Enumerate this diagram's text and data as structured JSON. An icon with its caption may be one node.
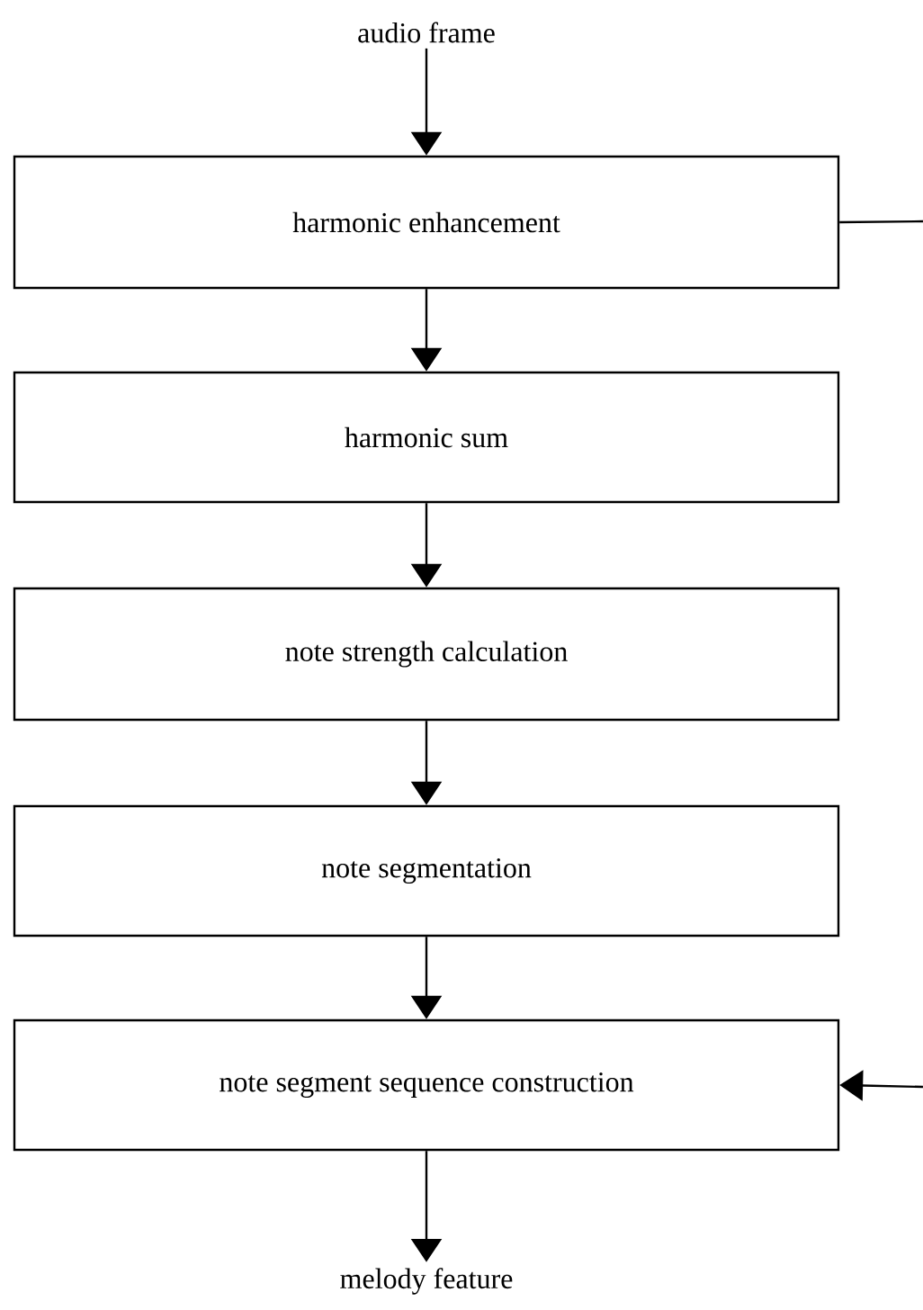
{
  "diagram": {
    "nodes": [
      {
        "text": [
          "audio frame"
        ]
      },
      {
        "text": [
          "harmonic enhancement"
        ]
      },
      {
        "text": [
          "harmonic sum"
        ]
      },
      {
        "text": [
          "note strength calculation"
        ]
      },
      {
        "text": [
          "note segmentation"
        ]
      },
      {
        "text": [
          "note segment sequence construction"
        ]
      },
      {
        "text": [
          "melody feature"
        ]
      }
    ],
    "edges": [
      {
        "from": 0,
        "to": 1,
        "arrow": "to"
      },
      {
        "from": 1,
        "to": 2,
        "arrow": "to"
      },
      {
        "from": 2,
        "to": 3,
        "arrow": "to"
      },
      {
        "from": 3,
        "to": 4,
        "arrow": "to"
      },
      {
        "from": 4,
        "to": 5,
        "arrow": "to"
      },
      {
        "from": 5,
        "to": 6,
        "arrow": "to"
      },
      {
        "from": 1,
        "to": null,
        "arrow": "none"
      },
      {
        "from": null,
        "to": 5,
        "arrow": "to"
      }
    ]
  }
}
